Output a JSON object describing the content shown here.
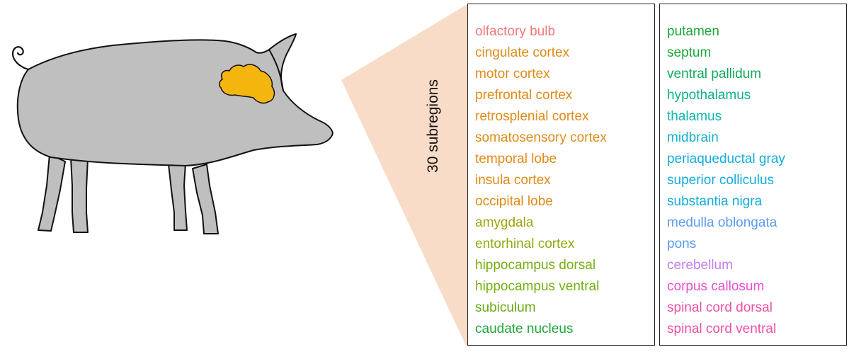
{
  "side_label": "30 subregions",
  "regions_left": [
    {
      "label": "olfactory bulb",
      "color": "#f07a78"
    },
    {
      "label": "cingulate cortex",
      "color": "#e08a17"
    },
    {
      "label": "motor cortex",
      "color": "#e08a17"
    },
    {
      "label": "prefrontal cortex",
      "color": "#e08a17"
    },
    {
      "label": "retrosplenial cortex",
      "color": "#e08a17"
    },
    {
      "label": "somatosensory cortex",
      "color": "#e08a17"
    },
    {
      "label": "temporal lobe",
      "color": "#e08a17"
    },
    {
      "label": "insula cortex",
      "color": "#e08a17"
    },
    {
      "label": "occipital lobe",
      "color": "#e08a17"
    },
    {
      "label": "amygdala",
      "color": "#a0a20c"
    },
    {
      "label": "entorhinal cortex",
      "color": "#8eaa12"
    },
    {
      "label": "hippocampus dorsal",
      "color": "#74ae12"
    },
    {
      "label": "hippocampus ventral",
      "color": "#74ae12"
    },
    {
      "label": "subiculum",
      "color": "#6aab14"
    },
    {
      "label": "caudate nucleus",
      "color": "#1ea738"
    }
  ],
  "regions_right": [
    {
      "label": "putamen",
      "color": "#1ea738"
    },
    {
      "label": "septum",
      "color": "#1ea738"
    },
    {
      "label": "ventral pallidum",
      "color": "#0fab5a"
    },
    {
      "label": "hypothalamus",
      "color": "#10b08a"
    },
    {
      "label": "thalamus",
      "color": "#12b4b0"
    },
    {
      "label": "midbrain",
      "color": "#14b0d4"
    },
    {
      "label": "periaqueductal gray",
      "color": "#14acdc"
    },
    {
      "label": "superior colliculus",
      "color": "#14acdc"
    },
    {
      "label": "substantia nigra",
      "color": "#14acdc"
    },
    {
      "label": "medulla oblongata",
      "color": "#5b9cf0"
    },
    {
      "label": "pons",
      "color": "#5b9cf0"
    },
    {
      "label": "cerebellum",
      "color": "#c47ef0"
    },
    {
      "label": "corpus callosum",
      "color": "#ec4fd4"
    },
    {
      "label": "spinal cord dorsal",
      "color": "#ef4fa4"
    },
    {
      "label": "spinal cord ventral",
      "color": "#ef4fa4"
    }
  ],
  "colors": {
    "pig_body": "#bfbfbf",
    "pig_outline": "#111111",
    "brain": "#f5b50f",
    "zoom_wedge": "#f8dcc8"
  },
  "icons": [
    "pig-silhouette",
    "brain-shape"
  ]
}
